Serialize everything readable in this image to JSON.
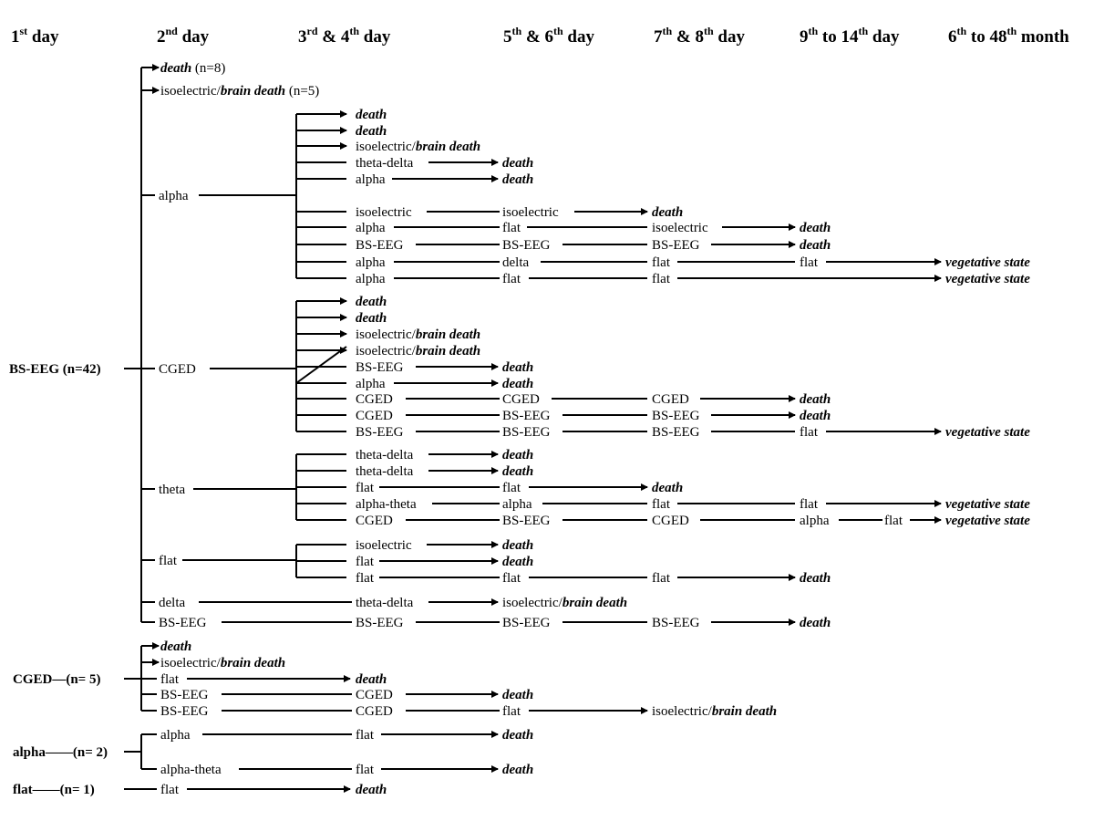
{
  "headers": [
    {
      "parts": [
        [
          "1",
          "n"
        ],
        [
          "st",
          "s"
        ],
        [
          " day",
          "n"
        ]
      ]
    },
    {
      "parts": [
        [
          "2",
          "n"
        ],
        [
          "nd",
          "s"
        ],
        [
          " day",
          "n"
        ]
      ]
    },
    {
      "parts": [
        [
          "3",
          "n"
        ],
        [
          "rd",
          "s"
        ],
        [
          " & 4",
          "n"
        ],
        [
          "th",
          "s"
        ],
        [
          " day",
          "n"
        ]
      ]
    },
    {
      "parts": [
        [
          "5",
          "n"
        ],
        [
          "th",
          "s"
        ],
        [
          " & 6",
          "n"
        ],
        [
          "th",
          "s"
        ],
        [
          " day",
          "n"
        ]
      ]
    },
    {
      "parts": [
        [
          "7",
          "n"
        ],
        [
          "th",
          "s"
        ],
        [
          " & 8",
          "n"
        ],
        [
          "th",
          "s"
        ],
        [
          " day",
          "n"
        ]
      ]
    },
    {
      "parts": [
        [
          "9",
          "n"
        ],
        [
          "th",
          "s"
        ],
        [
          " to 14",
          "n"
        ],
        [
          "th",
          "s"
        ],
        [
          " day",
          "n"
        ]
      ]
    },
    {
      "parts": [
        [
          "6",
          "n"
        ],
        [
          "th",
          "s"
        ],
        [
          " to 48",
          "n"
        ],
        [
          "th",
          "s"
        ],
        [
          " month",
          "n"
        ]
      ]
    }
  ],
  "groups": [
    {
      "label": "BS-EEG (n=42)",
      "parts": [
        [
          "BS-EEG (n=42)",
          "b"
        ]
      ]
    },
    {
      "label": "CGED—(n= 5)",
      "parts": [
        [
          "CGED",
          "b"
        ],
        [
          "—(n= 5)",
          "b"
        ]
      ]
    },
    {
      "label": "alpha——(n= 2)",
      "parts": [
        [
          "alpha",
          "b"
        ],
        [
          "——(n= 2)",
          "b"
        ]
      ]
    },
    {
      "label": "flat——(n= 1)",
      "parts": [
        [
          "flat",
          "b"
        ],
        [
          "——(n= 1)",
          "b"
        ]
      ]
    }
  ],
  "pathways": [
    {
      "id": "p1",
      "parts": [
        [
          "death",
          "bi"
        ],
        [
          " (n=8)",
          "n"
        ]
      ]
    },
    {
      "id": "p2",
      "parts": [
        [
          "isoelectric/",
          "n"
        ],
        [
          "brain death",
          "bi"
        ],
        [
          " (n=5)",
          "n"
        ]
      ]
    }
  ],
  "day2": [
    "alpha",
    "CGED",
    "theta",
    "flat",
    "delta",
    "BS-EEG"
  ],
  "rows": [
    [
      [
        "death",
        "bi"
      ]
    ],
    [
      [
        "death",
        "bi"
      ]
    ],
    [
      [
        "isoelectric/",
        "n"
      ],
      [
        "brain death",
        "bi"
      ]
    ],
    [
      [
        "theta-delta",
        "n"
      ]
    ],
    [
      [
        "death",
        "bi"
      ]
    ],
    [
      [
        "alpha",
        "n"
      ]
    ],
    [
      [
        "death",
        "bi"
      ]
    ],
    [
      [
        "isoelectric",
        "n"
      ]
    ],
    [
      [
        "isoelectric",
        "n"
      ]
    ],
    [
      [
        "death",
        "bi"
      ]
    ],
    [
      [
        "alpha",
        "n"
      ]
    ],
    [
      [
        "flat",
        "n"
      ]
    ],
    [
      [
        "isoelectric",
        "n"
      ]
    ],
    [
      [
        "death",
        "bi"
      ]
    ],
    [
      [
        "BS-EEG",
        "n"
      ]
    ],
    [
      [
        "BS-EEG",
        "n"
      ]
    ],
    [
      [
        "BS-EEG",
        "n"
      ]
    ],
    [
      [
        "death",
        "bi"
      ]
    ],
    [
      [
        "alpha",
        "n"
      ]
    ],
    [
      [
        "delta",
        "n"
      ]
    ],
    [
      [
        "flat",
        "n"
      ]
    ],
    [
      [
        "flat",
        "n"
      ]
    ],
    [
      [
        "vegetative state",
        "bi"
      ]
    ],
    [
      [
        "alpha",
        "n"
      ]
    ],
    [
      [
        "flat",
        "n"
      ]
    ],
    [
      [
        "flat",
        "n"
      ]
    ],
    [
      [
        "vegetative state",
        "bi"
      ]
    ]
  ],
  "cged_rows": [
    [
      [
        "death",
        "bi"
      ]
    ],
    [
      [
        "death",
        "bi"
      ]
    ],
    [
      [
        "isoelectric/",
        "n"
      ],
      [
        "brain death",
        "bi"
      ]
    ],
    [
      [
        "isoelectric/",
        "n"
      ],
      [
        "brain death",
        "bi"
      ]
    ],
    [
      [
        "BS-EEG",
        "n"
      ]
    ],
    [
      [
        "death",
        "bi"
      ]
    ],
    [
      [
        "alpha",
        "n"
      ]
    ],
    [
      [
        "death",
        "bi"
      ]
    ],
    [
      [
        "CGED",
        "n"
      ]
    ],
    [
      [
        "CGED",
        "n"
      ]
    ],
    [
      [
        "CGED",
        "n"
      ]
    ],
    [
      [
        "death",
        "bi"
      ]
    ],
    [
      [
        "CGED",
        "n"
      ]
    ],
    [
      [
        "BS-EEG",
        "n"
      ]
    ],
    [
      [
        "BS-EEG",
        "n"
      ]
    ],
    [
      [
        "death",
        "bi"
      ]
    ],
    [
      [
        "BS-EEG",
        "n"
      ]
    ],
    [
      [
        "BS-EEG",
        "n"
      ]
    ],
    [
      [
        "BS-EEG",
        "n"
      ]
    ],
    [
      [
        "flat",
        "n"
      ]
    ],
    [
      [
        "vegetative state",
        "bi"
      ]
    ]
  ],
  "theta_rows": [
    [
      [
        "theta-delta",
        "n"
      ]
    ],
    [
      [
        "death",
        "bi"
      ]
    ],
    [
      [
        "theta-delta",
        "n"
      ]
    ],
    [
      [
        "death",
        "bi"
      ]
    ],
    [
      [
        "flat",
        "n"
      ]
    ],
    [
      [
        "flat",
        "n"
      ]
    ],
    [
      [
        "death",
        "bi"
      ]
    ],
    [
      [
        "alpha-theta",
        "n"
      ]
    ],
    [
      [
        "alpha",
        "n"
      ]
    ],
    [
      [
        "flat",
        "n"
      ]
    ],
    [
      [
        "flat",
        "n"
      ]
    ],
    [
      [
        "vegetative state",
        "bi"
      ]
    ],
    [
      [
        "CGED",
        "n"
      ]
    ],
    [
      [
        "BS-EEG",
        "n"
      ]
    ],
    [
      [
        "CGED",
        "n"
      ]
    ],
    [
      [
        "alpha",
        "n"
      ]
    ],
    [
      [
        "flat",
        "n"
      ]
    ],
    [
      [
        "vegetative state",
        "bi"
      ]
    ]
  ],
  "flat_rows": [
    [
      [
        "isoelectric",
        "n"
      ]
    ],
    [
      [
        "death",
        "bi"
      ]
    ],
    [
      [
        "flat",
        "n"
      ]
    ],
    [
      [
        "death",
        "bi"
      ]
    ],
    [
      [
        "flat",
        "n"
      ]
    ],
    [
      [
        "flat",
        "n"
      ]
    ],
    [
      [
        "flat",
        "n"
      ]
    ],
    [
      [
        "death",
        "bi"
      ]
    ]
  ],
  "delta_row": [
    [
      [
        "theta-delta",
        "n"
      ]
    ],
    [
      [
        "isoelectric/",
        "n"
      ],
      [
        "brain death",
        "bi"
      ]
    ]
  ],
  "bseeg_row": [
    [
      [
        "BS-EEG",
        "n"
      ]
    ],
    [
      [
        "BS-EEG",
        "n"
      ]
    ],
    [
      [
        "BS-EEG",
        "n"
      ]
    ],
    [
      [
        "death",
        "bi"
      ]
    ]
  ],
  "g2_rows": [
    [
      [
        "death",
        "bi"
      ]
    ],
    [
      [
        "isoelectric/",
        "n"
      ],
      [
        "brain death",
        "bi"
      ]
    ],
    [
      [
        "flat",
        "n"
      ]
    ],
    [
      [
        "death",
        "bi"
      ]
    ],
    [
      [
        "BS-EEG",
        "n"
      ]
    ],
    [
      [
        "CGED",
        "n"
      ]
    ],
    [
      [
        "death",
        "bi"
      ]
    ],
    [
      [
        "BS-EEG",
        "n"
      ]
    ],
    [
      [
        "CGED",
        "n"
      ]
    ],
    [
      [
        "flat",
        "n"
      ]
    ],
    [
      [
        "isoelectric/",
        "n"
      ],
      [
        "brain death",
        "bi"
      ]
    ]
  ],
  "g3_rows": [
    [
      [
        "alpha",
        "n"
      ]
    ],
    [
      [
        "flat",
        "n"
      ]
    ],
    [
      [
        "death",
        "bi"
      ]
    ],
    [
      [
        "alpha-theta",
        "n"
      ]
    ],
    [
      [
        "flat",
        "n"
      ]
    ],
    [
      [
        "death",
        "bi"
      ]
    ]
  ],
  "g4_rows": [
    [
      [
        "flat",
        "n"
      ]
    ],
    [
      [
        "death",
        "bi"
      ]
    ]
  ]
}
